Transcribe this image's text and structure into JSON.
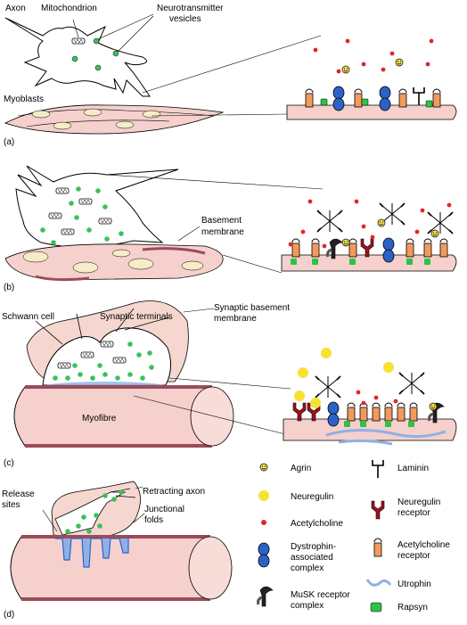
{
  "colors": {
    "membrane": "#f5d0cc",
    "nucleus": "#f6ecc8",
    "basement": "#9b4b5a",
    "vesicle": "#39c25a",
    "acetylcholine": "#e0272d",
    "neuregulin": "#f5e233",
    "agrin": "#f2e04a",
    "dystrophin": "#2c62c8",
    "achr": "#f29a5c",
    "nrgReceptor": "#a0121c",
    "utrophin": "#8fb0e6",
    "rapsyn": "#2ec24a",
    "schwann": "#f6d7cf"
  },
  "panels": {
    "a": {
      "letter": "(a)",
      "axon": "Axon",
      "mitochondrion": "Mitochondrion",
      "vesicles_line1": "Neurotransmitter",
      "vesicles_line2": "vesicles",
      "myoblasts": "Myoblasts"
    },
    "b": {
      "letter": "(b)",
      "basement_line1": "Basement",
      "basement_line2": "membrane"
    },
    "c": {
      "letter": "(c)",
      "schwann": "Schwann cell",
      "terminals": "Synaptic terminals",
      "sbm_line1": "Synaptic basement",
      "sbm_line2": "membrane",
      "myofibre": "Myofibre"
    },
    "d": {
      "letter": "(d)",
      "release_line1": "Release",
      "release_line2": "sites",
      "retracting": "Retracting axon",
      "folds_line1": "Junctional",
      "folds_line2": "folds"
    }
  },
  "legend": {
    "agrin": "Agrin",
    "neuregulin": "Neuregulin",
    "acetylcholine": "Acetylcholine",
    "dystrophin_line1": "Dystrophin-",
    "dystrophin_line2": "associated",
    "dystrophin_line3": "complex",
    "musk_line1": "MuSK receptor",
    "musk_line2": "complex",
    "laminin": "Laminin",
    "nrg_receptor_line1": "Neuregulin",
    "nrg_receptor_line2": "receptor",
    "achr_line1": "Acetylcholine",
    "achr_line2": "receptor",
    "utrophin": "Utrophin",
    "rapsyn": "Rapsyn"
  }
}
